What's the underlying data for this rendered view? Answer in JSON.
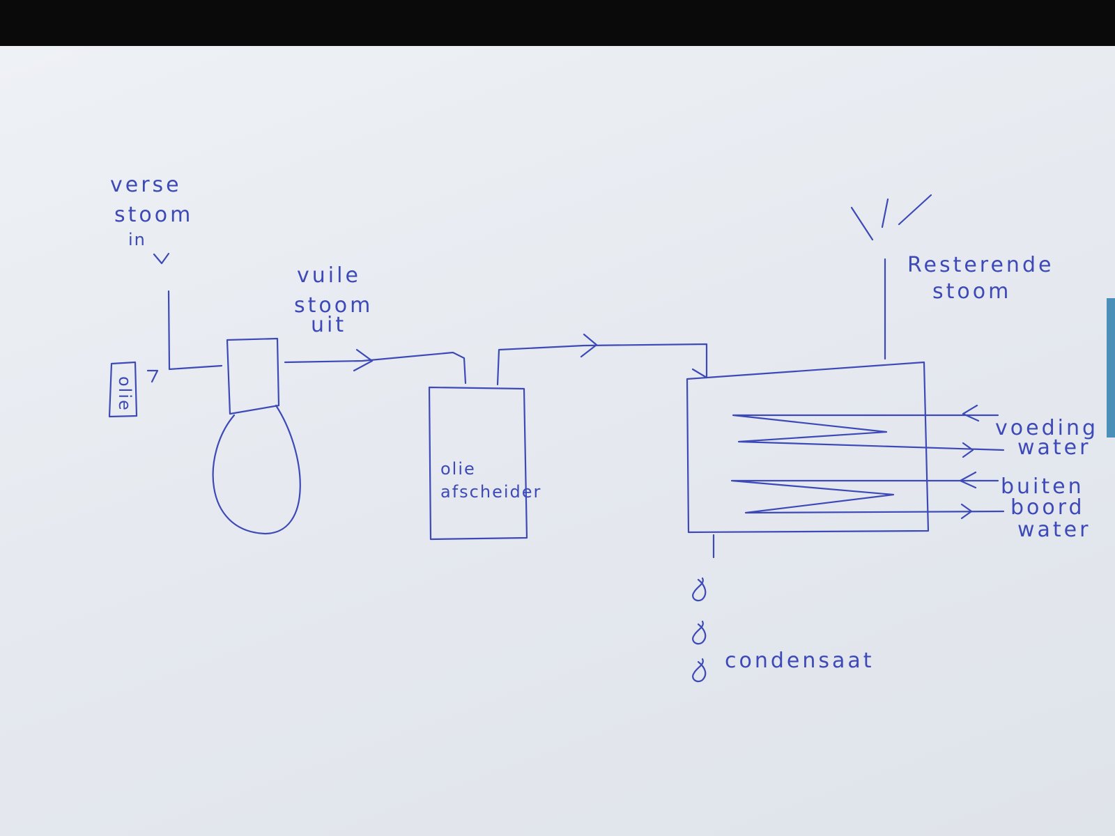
{
  "labels": {
    "fresh_steam_line1": "verse",
    "fresh_steam_line2": "stoom",
    "fresh_steam_line3": "in",
    "dirty_steam_line1": "vuile",
    "dirty_steam_line2": "stoom",
    "dirty_steam_line3": "uit",
    "oil_box": "olie",
    "separator_line1": "olie",
    "separator_line2": "afscheider",
    "remaining_steam_line1": "Resterende",
    "remaining_steam_line2": "stoom",
    "feed_water_line1": "voeding",
    "feed_water_line2": "water",
    "outboard_water_line1": "buiten",
    "outboard_water_line2": "boord",
    "outboard_water_line3": "water",
    "condensate": "condensaat"
  },
  "colors": {
    "ink": "#3c49b6",
    "paper": "#e8ecf2",
    "background": "#0a0a0b"
  }
}
